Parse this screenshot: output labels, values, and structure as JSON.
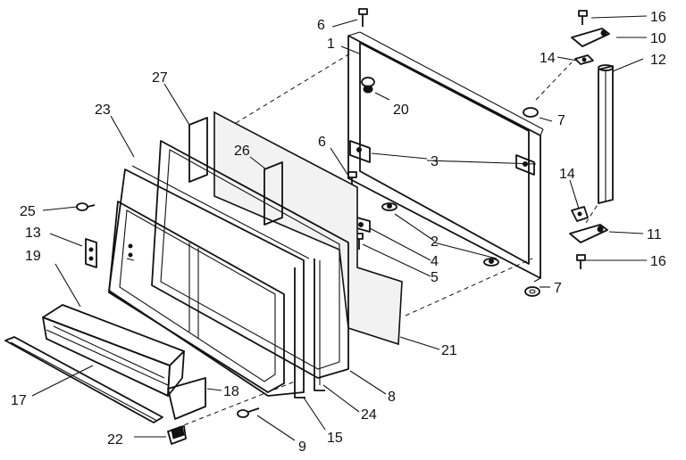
{
  "callouts": {
    "c1": "1",
    "c2": "2",
    "c3": "3",
    "c4": "4",
    "c5": "5",
    "c6a": "6",
    "c6b": "6",
    "c7a": "7",
    "c7b": "7",
    "c8": "8",
    "c9": "9",
    "c10": "10",
    "c11": "11",
    "c12": "12",
    "c13": "13",
    "c14a": "14",
    "c14b": "14",
    "c15": "15",
    "c16a": "16",
    "c16b": "16",
    "c17": "17",
    "c18": "18",
    "c19": "19",
    "c20": "20",
    "c21": "21",
    "c22": "22",
    "c23": "23",
    "c24": "24",
    "c25": "25",
    "c26": "26",
    "c27": "27"
  }
}
